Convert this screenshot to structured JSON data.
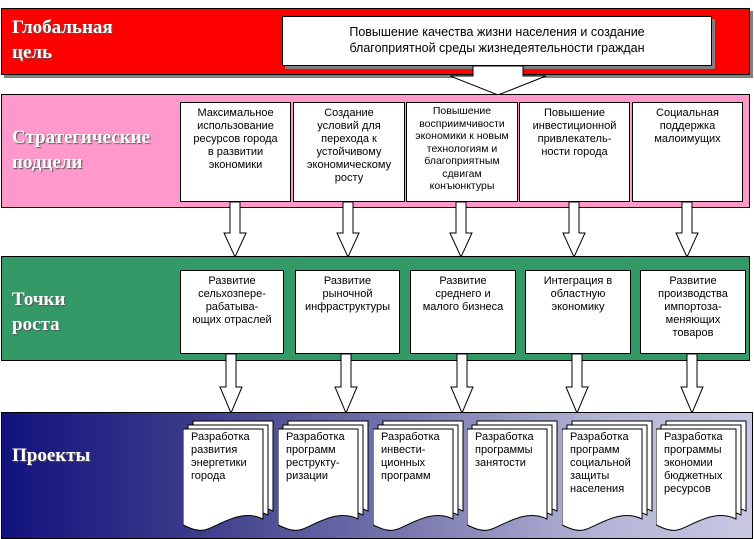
{
  "global": {
    "label": "Глобальная\nцель",
    "goal": "Повышение качества жизни населения и создание\nблагоприятной среды жизнедеятельности граждан"
  },
  "strategic": {
    "label": "Стратегические\nподцели",
    "items": [
      "Максимальное\nиспользование\nресурсов города\nв развитии\nэкономики",
      "Создание\nусловий для\nперехода к\nустойчивому\nэкономическому\nросту",
      "Повышение\nвосприимчивости\nэкономики к новым\nтехнологиям и\nблагоприятным\nсдвигам\nконъюнктуры",
      "Повышение\nинвестиционной\nпривлекатель-\nности города",
      "Социальная\nподдержка\nмалоимущих"
    ]
  },
  "growth": {
    "label": "Точки\nроста",
    "items": [
      "Развитие\nсельхозпере-\nрабатыва-\nющих отраслей",
      "Развитие\nрыночной\nинфраструктуры",
      "Развитие\nсреднего и\nмалого бизнеса",
      "Интеграция в\nобластную\nэкономику",
      "Развитие\nпроизводства\nимпортоза-\nменяющих\nтоваров"
    ]
  },
  "projects": {
    "label": "Проекты",
    "items": [
      "Разработка\nразвития\nэнергетики\nгорода",
      "Разработка\nпрограмм\nреструкту-\nризации",
      "Разработка\nинвести-\nционных\nпрограмм",
      "Разработка\nпрограммы\nзанятости",
      "Разработка\nпрограмм\nсоциальной\nзащиты\nнаселения",
      "Разработка\nпрограммы\nэкономии\nбюджетных\nресурсов"
    ]
  },
  "colors": {
    "global": "#ff0000",
    "strategic": "#ff99cc",
    "growth": "#339966",
    "projects_start": "#12127e",
    "projects_end": "#c8c8e2"
  }
}
